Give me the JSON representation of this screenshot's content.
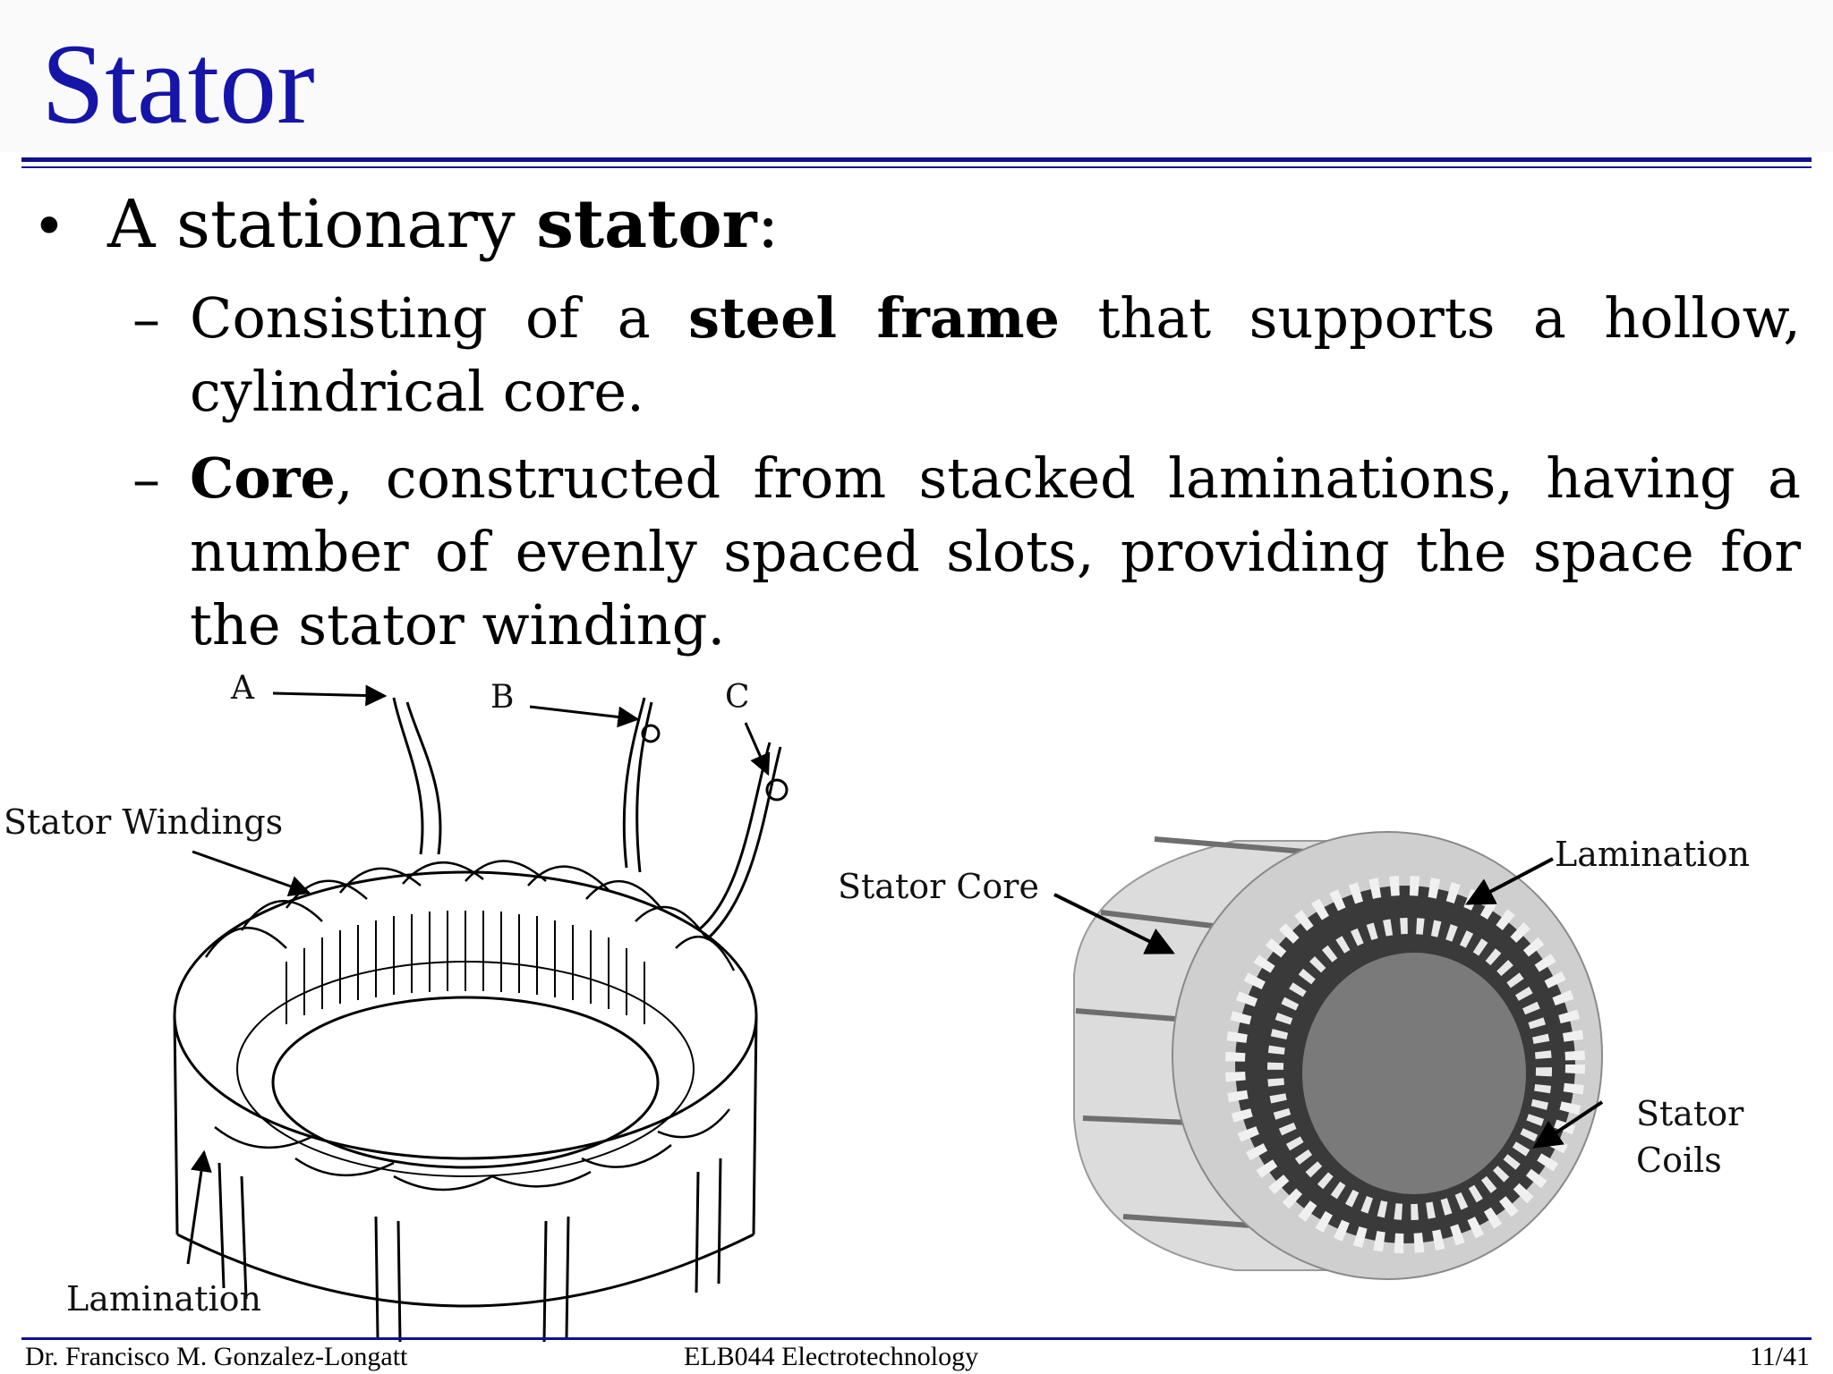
{
  "slide": {
    "title": "Stator",
    "bullet": {
      "prefix": "A stationary ",
      "bold": "stator",
      "suffix": ":"
    },
    "subbullets": [
      {
        "dash": "–",
        "prefix": "Consisting of a ",
        "bold": "steel frame",
        "suffix": " that supports a hollow, cylindrical core."
      },
      {
        "dash": "–",
        "prefix": "",
        "bold": "Core",
        "suffix": ", constructed from stacked laminations, having a number of evenly spaced slots, providing the space for the stator winding."
      }
    ]
  },
  "figure_left": {
    "labels": {
      "a": "A",
      "b": "B",
      "c": "C",
      "windings": "Stator Windings",
      "lamination": "Lamination"
    }
  },
  "figure_right": {
    "labels": {
      "core": "Stator Core",
      "lamination": "Lamination",
      "coils_line1": "Stator",
      "coils_line2": "Coils"
    }
  },
  "footer": {
    "author": "Dr. Francisco M. Gonzalez-Longatt",
    "course": "ELB044 Electrotechnology",
    "page": "11/41"
  },
  "colors": {
    "title": "#1515a8",
    "rule": "#101090"
  }
}
